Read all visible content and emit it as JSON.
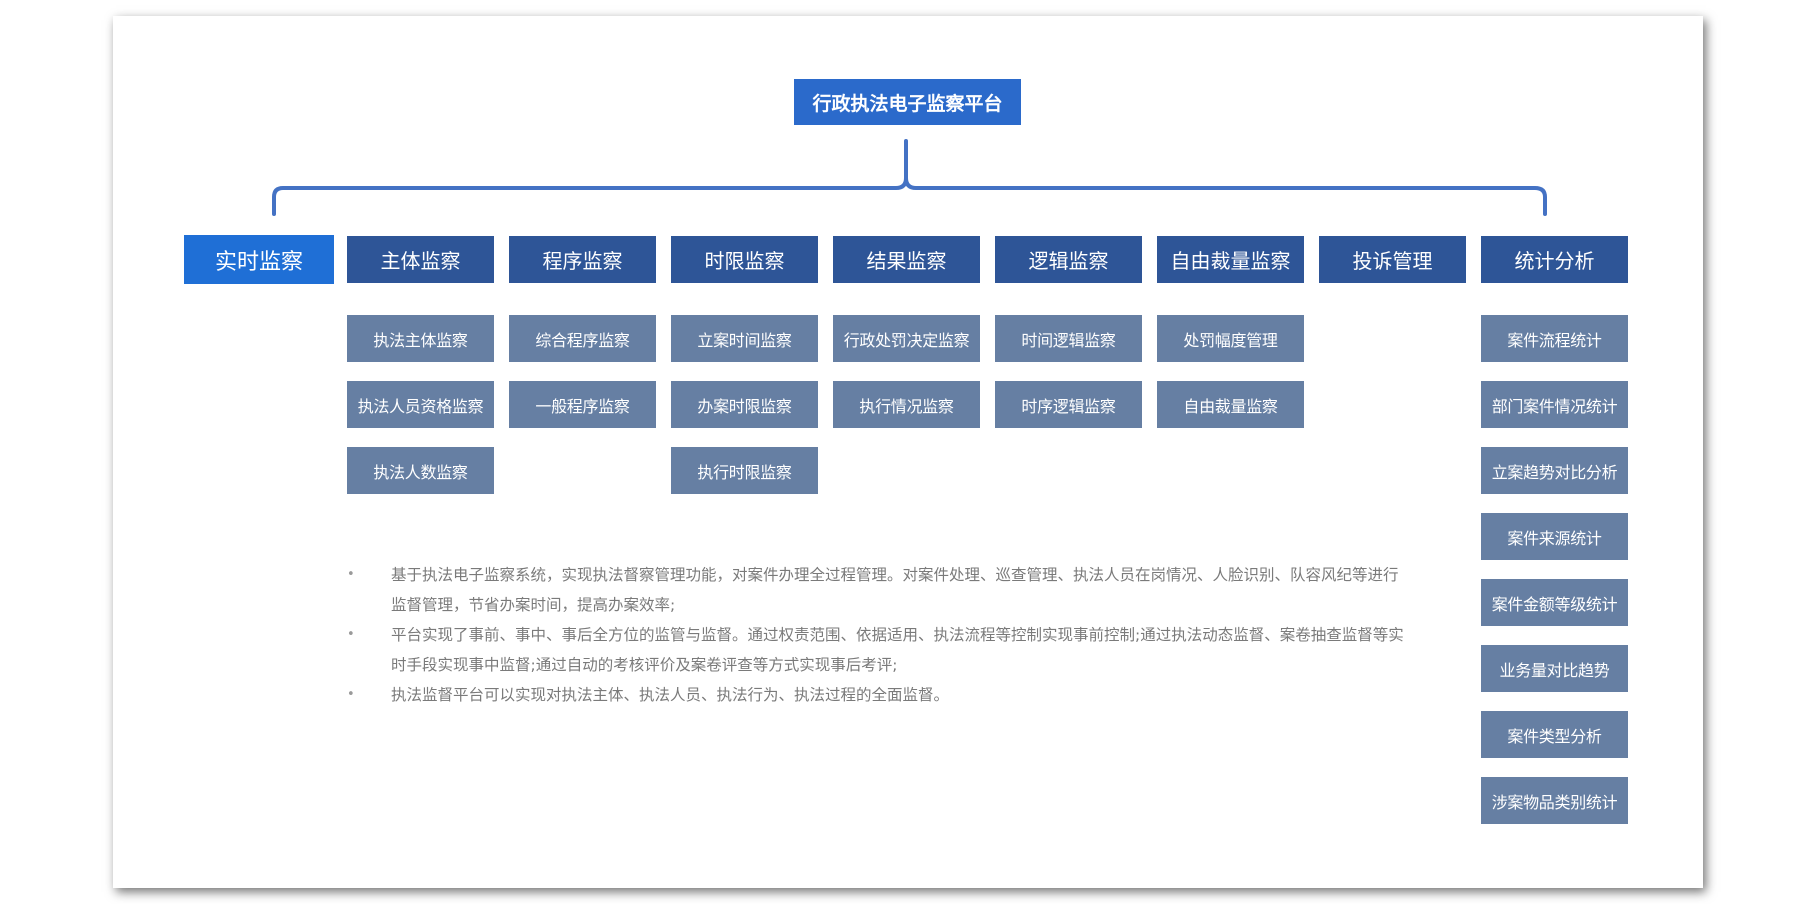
{
  "root": {
    "label": "行政执法电子监察平台"
  },
  "categories": [
    {
      "label": "实时监察"
    },
    {
      "label": "主体监察"
    },
    {
      "label": "程序监察"
    },
    {
      "label": "时限监察"
    },
    {
      "label": "结果监察"
    },
    {
      "label": "逻辑监察"
    },
    {
      "label": "自由裁量监察"
    },
    {
      "label": "投诉管理"
    },
    {
      "label": "统计分析"
    }
  ],
  "subitems": {
    "subject": [
      "执法主体监察",
      "执法人员资格监察",
      "执法人数监察"
    ],
    "procedure": [
      "综合程序监察",
      "一般程序监察"
    ],
    "time_limit": [
      "立案时间监察",
      "办案时限监察",
      "执行时限监察"
    ],
    "result": [
      "行政处罚决定监察",
      "执行情况监察"
    ],
    "logic": [
      "时间逻辑监察",
      "时序逻辑监察"
    ],
    "discretion": [
      "处罚幅度管理",
      "自由裁量监察"
    ],
    "statistics": [
      "案件流程统计",
      "部门案件情况统计",
      "立案趋势对比分析",
      "案件来源统计",
      "案件金额等级统计",
      "业务量对比趋势",
      "案件类型分析",
      "涉案物品类别统计"
    ]
  },
  "notes": [
    "基于执法电子监察系统，实现执法督察管理功能，对案件办理全过程管理。对案件处理、巡查管理、执法人员在岗情况、人脸识别、队容风纪等进行监督管理，节省办案时间，提高办案效率;",
    "平台实现了事前、事中、事后全方位的监管与监督。通过权责范围、依据适用、执法流程等控制实现事前控制;通过执法动态监督、案卷抽查监督等实时手段实现事中监督;通过自动的考核评价及案卷评查等方式实现事后考评;",
    "执法监督平台可以实现对执法主体、执法人员、执法行为、执法过程的全面监督。"
  ],
  "colors": {
    "root": "#2b6acb",
    "category": "#2e5597",
    "category_active": "#1f6fd6",
    "subitem": "#667fa3",
    "bracket": "#4472c4",
    "note_text": "#7a7a7a"
  }
}
